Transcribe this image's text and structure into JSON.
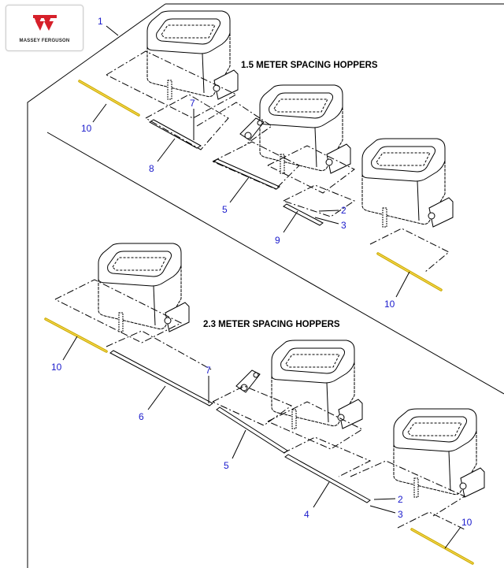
{
  "logo": {
    "brand": "MASSEY FERGUSON",
    "colors": {
      "red": "#d6202a"
    }
  },
  "headings": {
    "top": "1.5 METER SPACING HOPPERS",
    "bottom": "2.3 METER SPACING HOPPERS"
  },
  "callouts": {
    "frame": "1",
    "top_rod_left": "10",
    "top_pin": "7",
    "top_bar_8": "8",
    "top_bar_5": "5",
    "top_part_2": "2",
    "top_part_3": "3",
    "top_bar_9": "9",
    "top_rod_right": "10",
    "bottom_rod_left": "10",
    "bottom_bar_6": "6",
    "bottom_pin": "7",
    "bottom_bar_5": "5",
    "bottom_bar_4": "4",
    "bottom_part_2": "2",
    "bottom_part_3": "3",
    "bottom_rod_right": "10"
  },
  "colors": {
    "callout": "#1a1acc",
    "rod": "#c9a800"
  }
}
